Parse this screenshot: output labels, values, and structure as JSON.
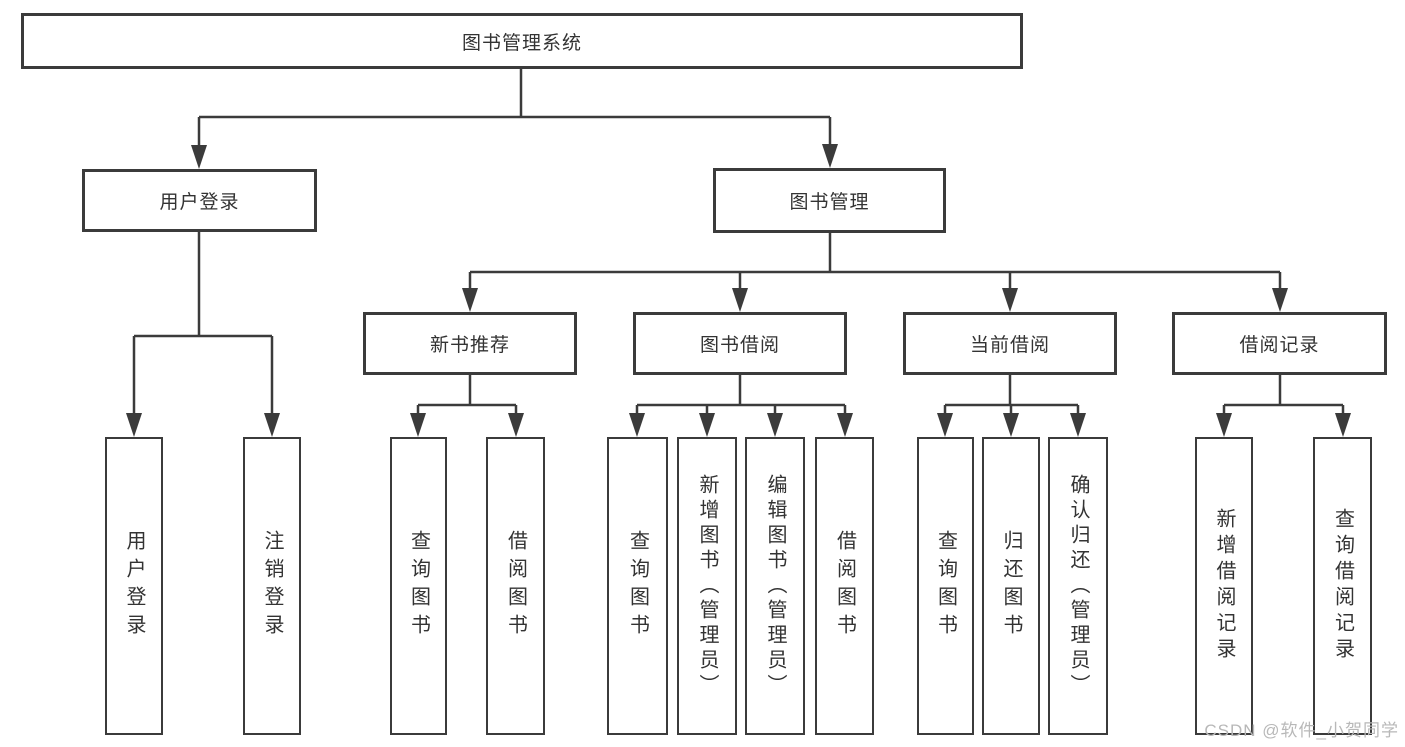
{
  "diagram": {
    "root": {
      "label": "图书管理系统"
    },
    "level2": [
      {
        "label": "用户登录"
      },
      {
        "label": "图书管理"
      }
    ],
    "level3": [
      {
        "label": "新书推荐"
      },
      {
        "label": "图书借阅"
      },
      {
        "label": "当前借阅"
      },
      {
        "label": "借阅记录"
      }
    ],
    "leaves": [
      {
        "label": "用户登录"
      },
      {
        "label": "注销登录"
      },
      {
        "label": "查询图书"
      },
      {
        "label": "借阅图书"
      },
      {
        "label": "查询图书"
      },
      {
        "label": "新增图书（管理员）"
      },
      {
        "label": "编辑图书（管理员）"
      },
      {
        "label": "借阅图书"
      },
      {
        "label": "查询图书"
      },
      {
        "label": "归还图书"
      },
      {
        "label": "确认归还（管理员）"
      },
      {
        "label": "新增借阅记录"
      },
      {
        "label": "查询借阅记录"
      }
    ]
  },
  "watermark": {
    "text": "CSDN @软件_小贺同学"
  },
  "colors": {
    "line": "#3b3b3b",
    "text": "#333333",
    "watermark": "#b8b8b8",
    "background": "#ffffff"
  }
}
